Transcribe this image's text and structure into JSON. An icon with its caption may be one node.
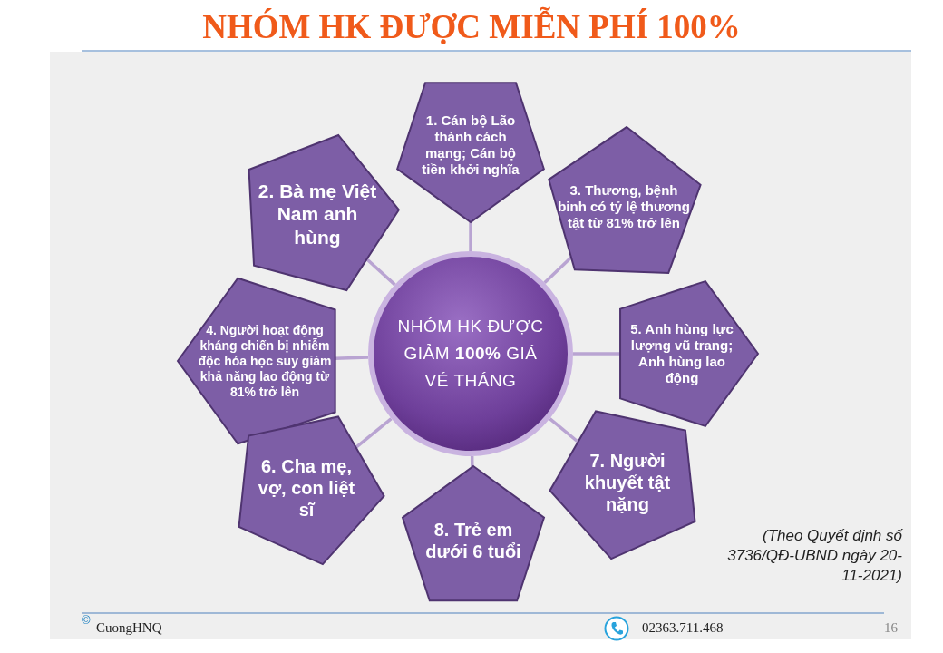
{
  "diagram": {
    "title": "NHÓM HK ĐƯỢC MIỄN PHÍ 100%",
    "nodes": [
      {
        "text": [
          "NHÓM HK ĐƯỢC GIẢM **100%** GIÁ VÉ THÁNG"
        ]
      },
      {
        "text": [
          "1. Cán bộ Lão thành cách mạng; Cán bộ tiền khởi nghĩa"
        ]
      },
      {
        "text": [
          "2. Bà mẹ Việt Nam anh hùng"
        ]
      },
      {
        "text": [
          "3. Thương, bệnh binh có tỷ lệ thương tật từ 81% trở lên"
        ]
      },
      {
        "text": [
          "4. Người hoạt động kháng chiến bị nhiễm độc hóa học suy giảm khả năng lao động từ 81% trở lên"
        ]
      },
      {
        "text": [
          "5. Anh hùng lực lượng vũ trang; Anh hùng lao động"
        ]
      },
      {
        "text": [
          "6. Cha mẹ, vợ, con liệt sĩ"
        ]
      },
      {
        "text": [
          "7. Người khuyết tật nặng"
        ]
      },
      {
        "text": [
          "8. Trẻ em dưới 6 tuổi"
        ]
      }
    ],
    "edges": [
      {
        "from": 0,
        "to": 1,
        "arrow": "none"
      },
      {
        "from": 0,
        "to": 2,
        "arrow": "none"
      },
      {
        "from": 0,
        "to": 3,
        "arrow": "none"
      },
      {
        "from": 0,
        "to": 4,
        "arrow": "none"
      },
      {
        "from": 0,
        "to": 5,
        "arrow": "none"
      },
      {
        "from": 0,
        "to": 6,
        "arrow": "none"
      },
      {
        "from": 0,
        "to": 7,
        "arrow": "none"
      },
      {
        "from": 0,
        "to": 8,
        "arrow": "none"
      }
    ],
    "labels": [
      "(Theo Quyết định số 3736/QĐ-UBND ngày 20-11-2021)",
      "©",
      "CuongHNQ",
      "02363.711.468",
      "16"
    ]
  }
}
